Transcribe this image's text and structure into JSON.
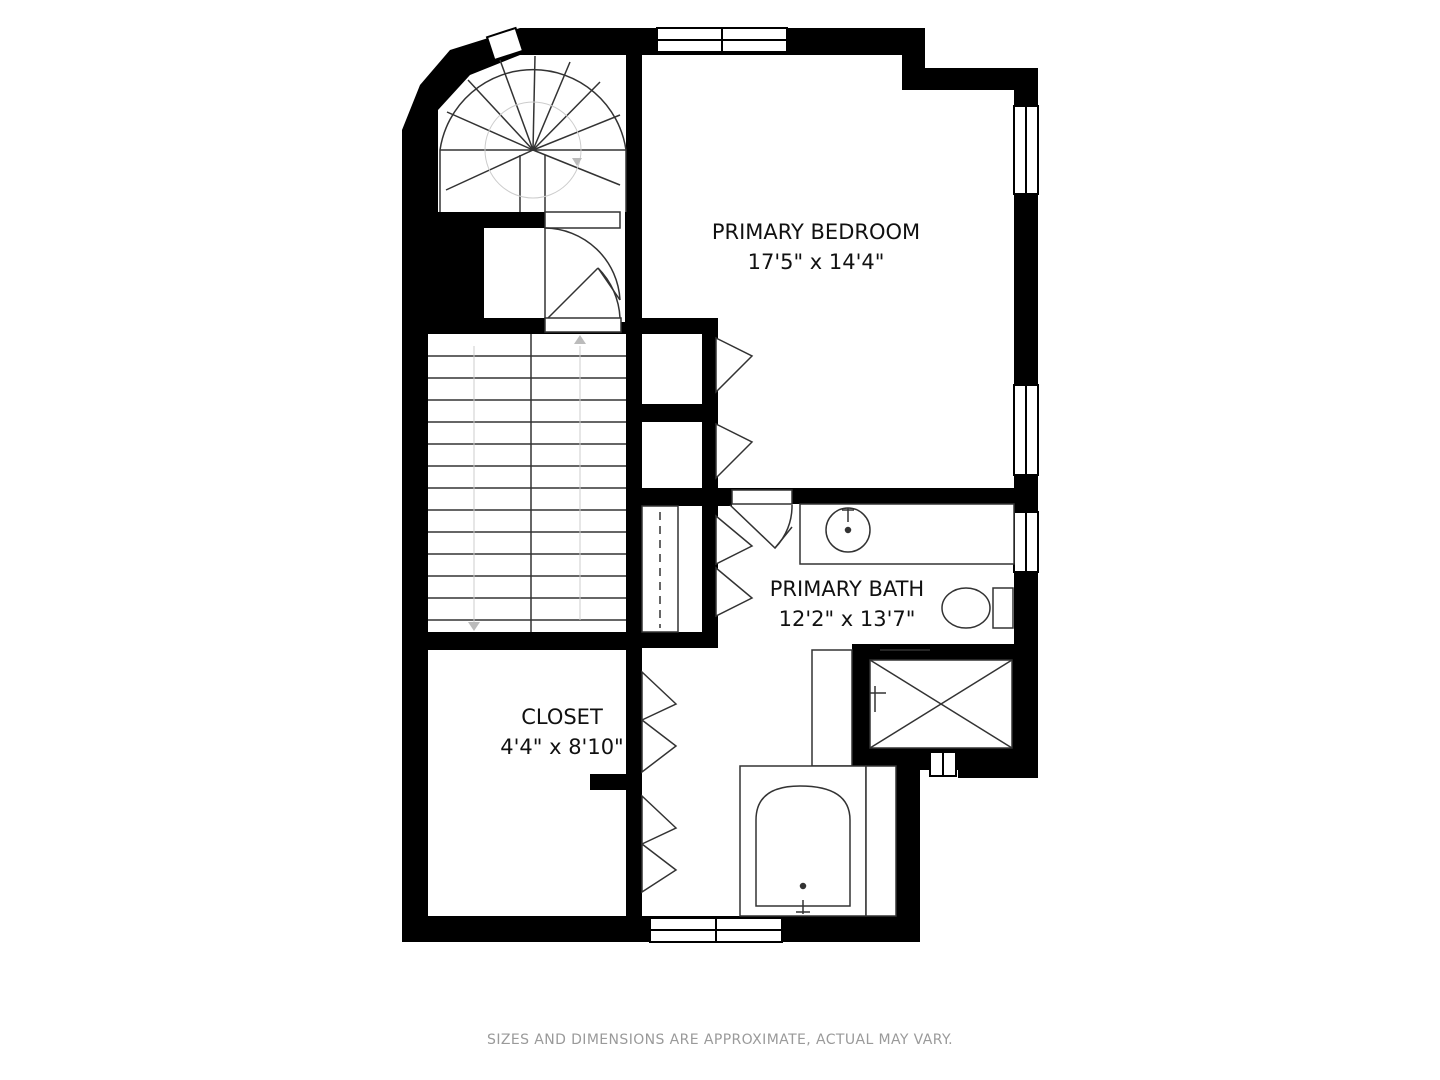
{
  "rooms": {
    "primary_bedroom": {
      "name": "PRIMARY BEDROOM",
      "dimensions": "17'5\" x 14'4\""
    },
    "primary_bath": {
      "name": "PRIMARY BATH",
      "dimensions": "12'2\" x 13'7\""
    },
    "closet": {
      "name": "CLOSET",
      "dimensions": "4'4\" x 8'10\""
    }
  },
  "disclaimer": "SIZES AND DIMENSIONS ARE APPROXIMATE, ACTUAL MAY VARY.",
  "colors": {
    "wall": "#000000",
    "background": "#ffffff",
    "fixture_line": "#333333",
    "disclaimer_text": "#9a9a9a",
    "stair_arrow": "#bbbbbb"
  }
}
